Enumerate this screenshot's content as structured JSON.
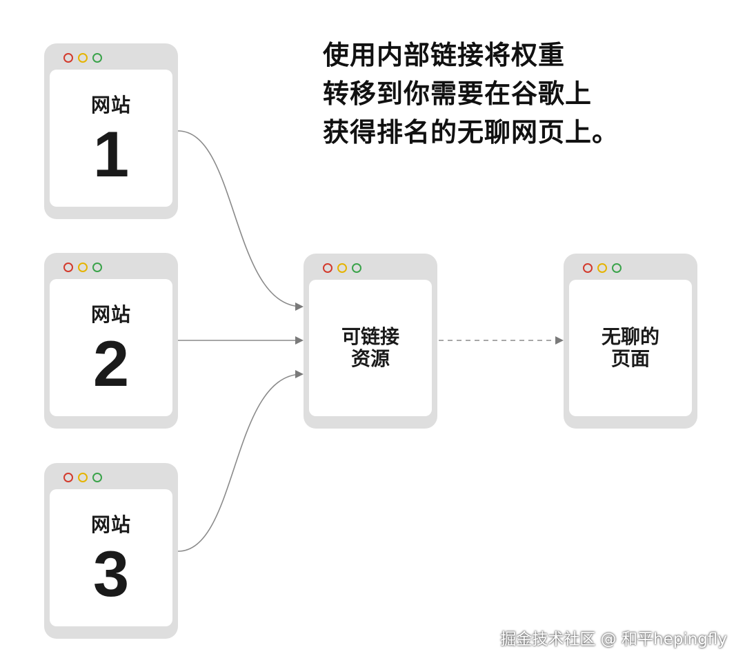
{
  "headline": "使用内部链接将权重\n转移到你需要在谷歌上\n获得排名的无聊网页上。",
  "websites": [
    {
      "label": "网站",
      "number": "1"
    },
    {
      "label": "网站",
      "number": "2"
    },
    {
      "label": "网站",
      "number": "3"
    }
  ],
  "linkable_asset": {
    "label": "可链接\n资源"
  },
  "boring_page": {
    "label": "无聊的\n页面"
  },
  "watermark": "掘金技术社区 @ 和平hepingfly",
  "colors": {
    "window_frame": "#dedede",
    "dot_red": "#d33a2c",
    "dot_yellow": "#e5b300",
    "dot_green": "#3aa34a",
    "arrow": "#7a7a7a"
  }
}
